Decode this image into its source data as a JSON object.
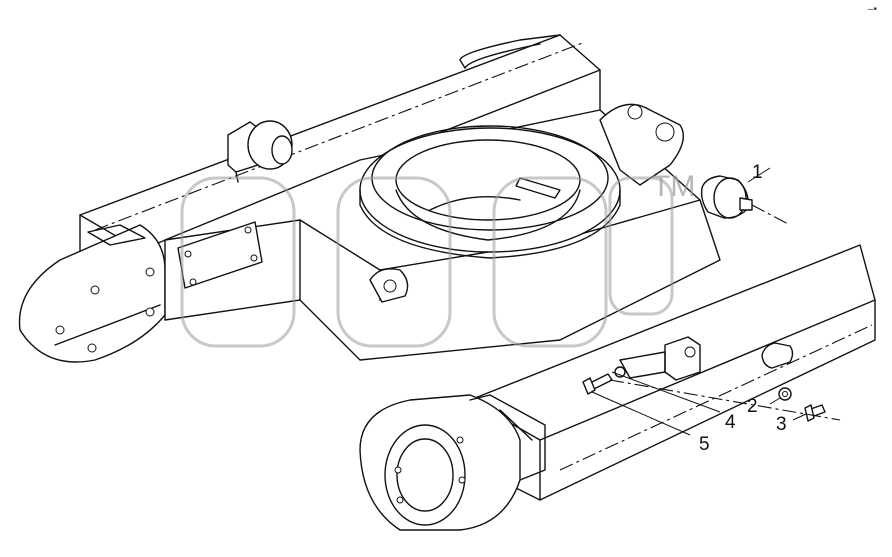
{
  "diagram": {
    "callouts": [
      {
        "id": "1",
        "label": "1"
      },
      {
        "id": "2",
        "label": "2"
      },
      {
        "id": "3",
        "label": "3"
      },
      {
        "id": "4",
        "label": "4"
      },
      {
        "id": "5",
        "label": "5"
      }
    ],
    "watermark": {
      "trademark": "TM"
    },
    "corner_mark": "–•"
  },
  "colors": {
    "line": "#111111",
    "watermark": "#9a9a9a",
    "background": "#ffffff"
  }
}
